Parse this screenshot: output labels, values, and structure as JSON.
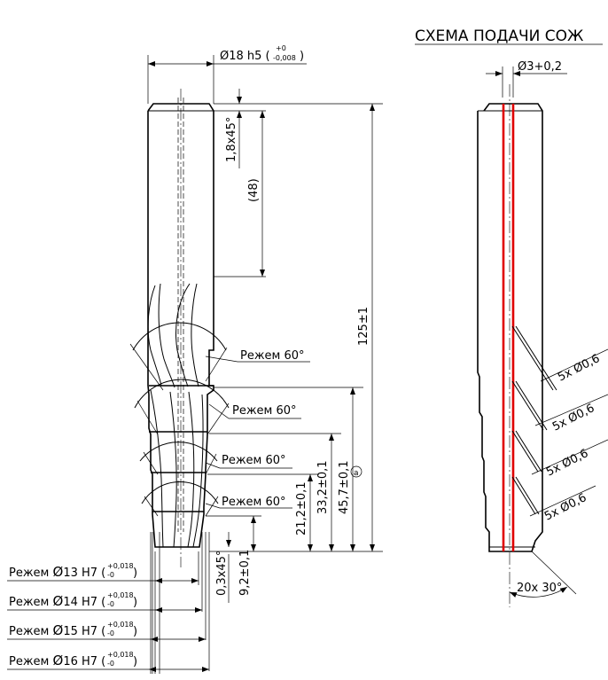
{
  "left_view": {
    "diameter": {
      "symbol": "Ø",
      "main": "18 h5",
      "tol_upper": "+0",
      "tol_lower": "-0,008"
    },
    "chamfer_top": "1,8x45°",
    "shank_length": "(48)",
    "total_length": "125±1",
    "dim_45": "45,7±0,1",
    "dim_33": "33,2±0,1",
    "dim_21": "21,2±0,1",
    "dim_9": "9,2±0,1",
    "chamfer_bottom": "0,3x45°",
    "circle_mark": "a",
    "cuts": [
      "Режем 60°",
      "Режем 60°",
      "Режем 60°",
      "Режем 60°"
    ],
    "diameters": [
      {
        "prefix": "Режем",
        "symbol": "Ø",
        "value": "13 H7",
        "tol_upper": "+0,018",
        "tol_lower": "-0"
      },
      {
        "prefix": "Режем",
        "symbol": "Ø",
        "value": "14 H7",
        "tol_upper": "+0,018",
        "tol_lower": "-0"
      },
      {
        "prefix": "Режем",
        "symbol": "Ø",
        "value": "15 H7",
        "tol_upper": "+0,018",
        "tol_lower": "-0"
      },
      {
        "prefix": "Режем",
        "symbol": "Ø",
        "value": "16 H7",
        "tol_upper": "+0,018",
        "tol_lower": "-0"
      }
    ]
  },
  "right_view": {
    "title": "СХЕМА ПОДАЧИ СОЖ",
    "bore": "Ø3+0,2",
    "holes": [
      "5x Ø0,6",
      "5x Ø0,6",
      "5x Ø0,6",
      "5x Ø0,6"
    ],
    "angle": "20x 30°"
  },
  "colors": {
    "coolant_channel": "#e00000",
    "line": "#000000",
    "background": "#ffffff"
  }
}
